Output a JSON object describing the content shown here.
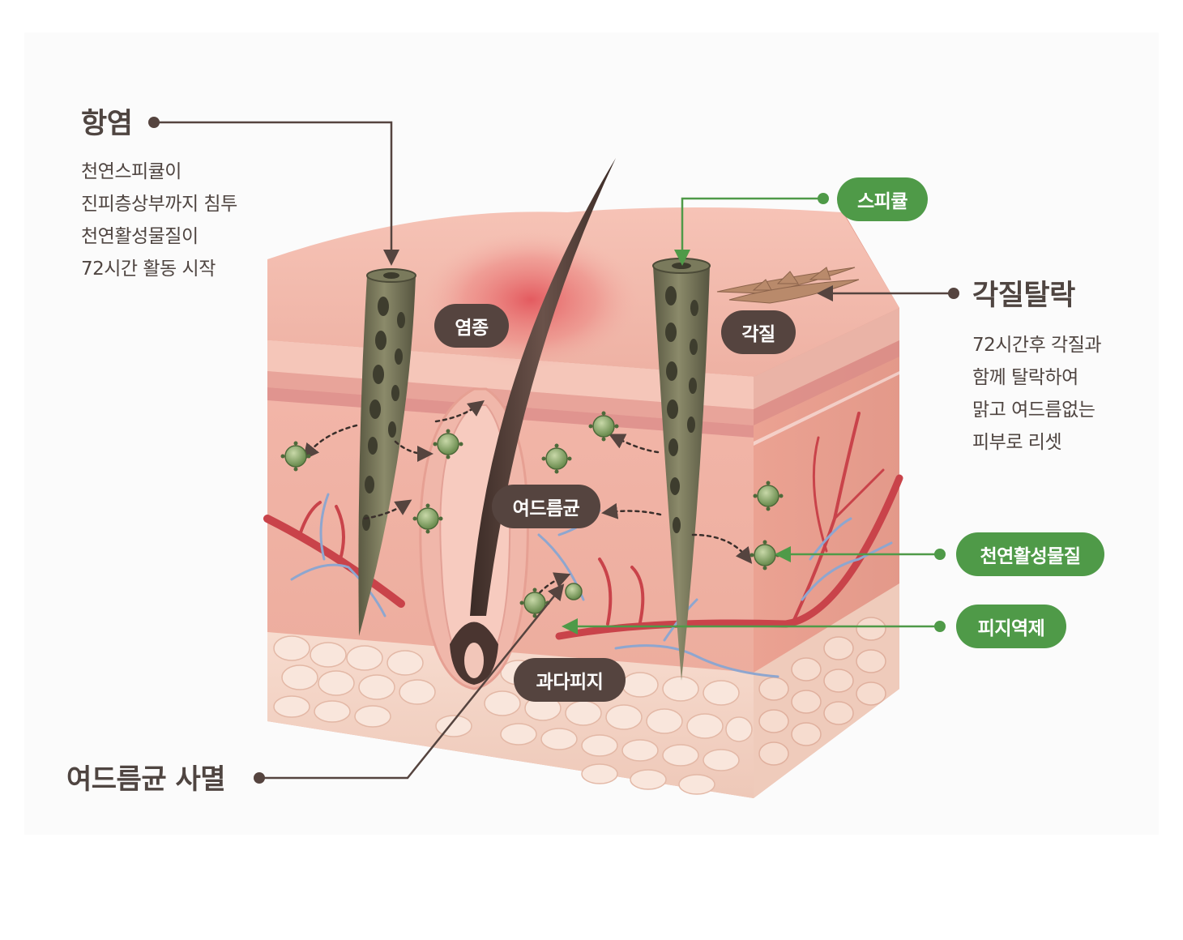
{
  "colors": {
    "dark_text": "#4f4541",
    "dark_pill": "#55443f",
    "green_pill": "#4f9a48",
    "leader_dark": "#55443f",
    "leader_green": "#4f9a48"
  },
  "callouts": {
    "anti_inflammation": {
      "title": "항염",
      "lines": [
        "천연스피큘이",
        "진피층상부까지 침투",
        "천연활성물질이",
        "72시간 활동 시작"
      ]
    },
    "exfoliation": {
      "title": "각질탈락",
      "lines": [
        "72시간후 각질과",
        "함께 탈락하여",
        "맑고 여드름없는",
        "피부로 리셋"
      ]
    },
    "acne_kill": {
      "title": "여드름균 사멸"
    }
  },
  "diagram_labels": {
    "inflammation": "염종",
    "keratin": "각질",
    "acne_bacteria": "여드름균",
    "excess_sebum": "과다피지"
  },
  "green_labels": {
    "spicule": "스피큘",
    "active_substance": "천연활성물질",
    "sebum_control": "피지역제"
  }
}
